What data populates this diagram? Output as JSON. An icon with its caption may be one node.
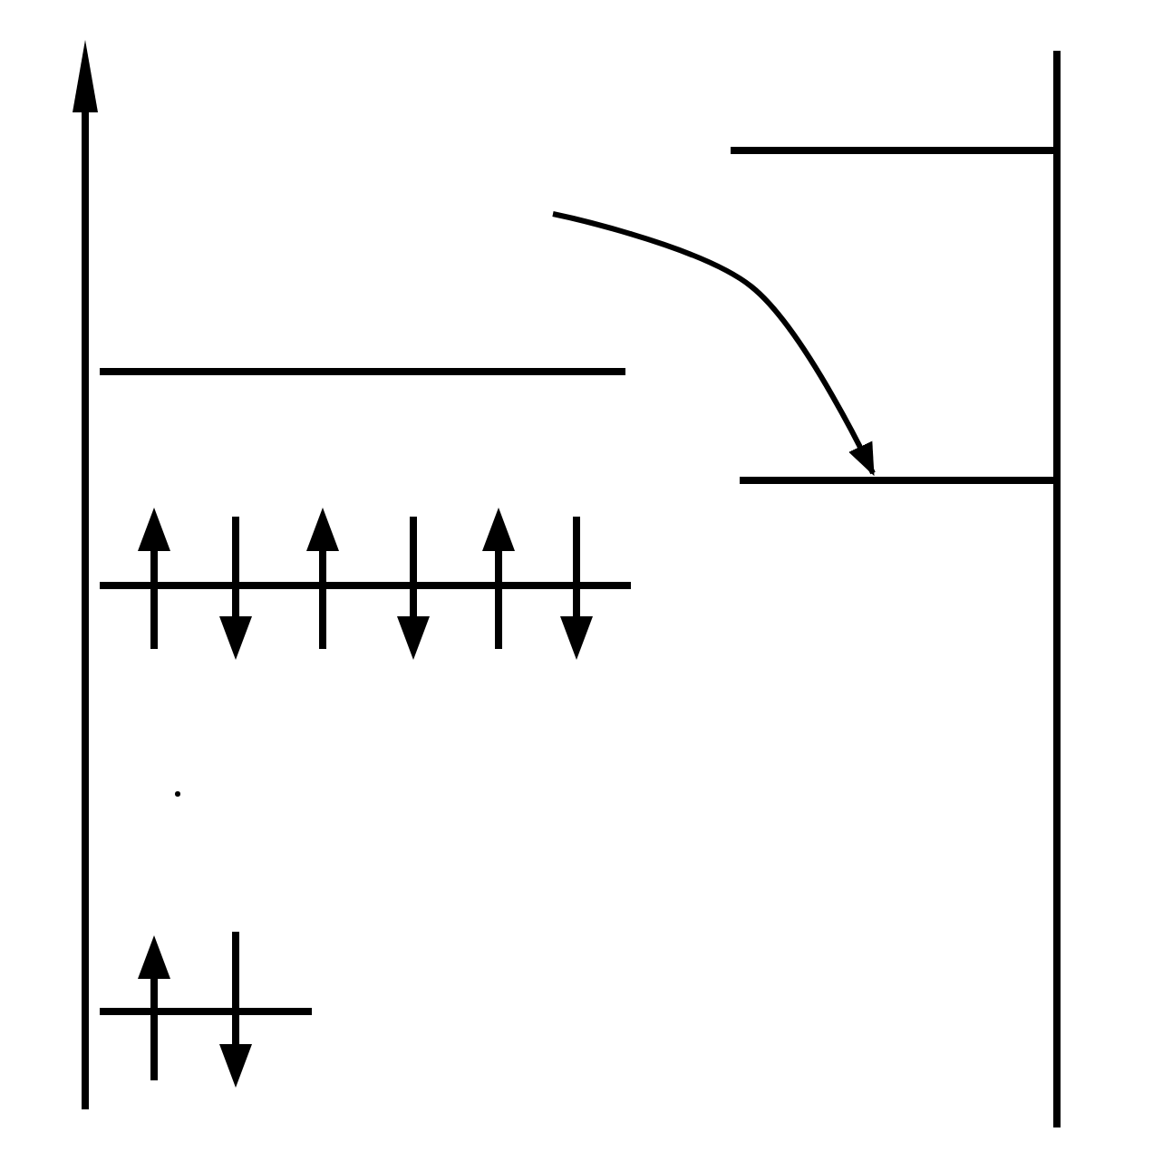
{
  "diagram": {
    "nodes": [
      {
        "text": [],
        "shape": "bar"
      },
      {
        "text": [],
        "shape": "bar"
      },
      {
        "text": [],
        "shape": "bar"
      },
      {
        "text": [],
        "shape": "bar"
      },
      {
        "text": [],
        "shape": "bar"
      }
    ],
    "edges": [
      {
        "from": null,
        "to": 4,
        "arrow": "to"
      }
    ]
  }
}
